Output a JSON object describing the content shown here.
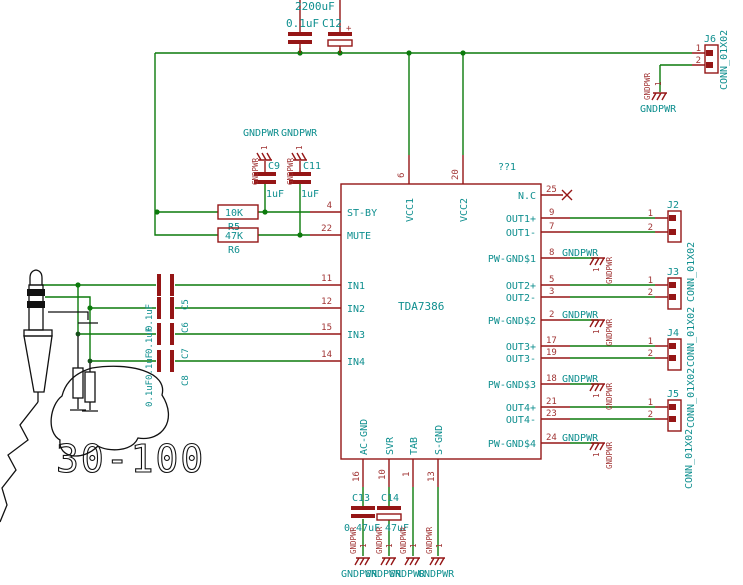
{
  "colors": {
    "wire_green": "#0c7a0c",
    "symbol_red": "#951616",
    "label_teal": "#0f8f8f",
    "pin_number_red": "#a03333",
    "hand_black": "#111111"
  },
  "annotation": {
    "text": "30-100"
  },
  "top_caps": {
    "value_big": "2200uF",
    "value_small": "0.1uF",
    "refs": "C12",
    "polarity": "+"
  },
  "ic": {
    "ref": "??1",
    "value": "TDA7386",
    "left": [
      {
        "n": "4",
        "name": "ST-BY"
      },
      {
        "n": "22",
        "name": "MUTE"
      },
      {
        "n": "11",
        "name": "IN1"
      },
      {
        "n": "12",
        "name": "IN2"
      },
      {
        "n": "15",
        "name": "IN3"
      },
      {
        "n": "14",
        "name": "IN4"
      }
    ],
    "top": [
      {
        "n": "6",
        "name": "VCC1"
      },
      {
        "n": "20",
        "name": "VCC2"
      }
    ],
    "right": [
      {
        "n": "25",
        "name": "N.C"
      },
      {
        "n": "9",
        "name": "OUT1+"
      },
      {
        "n": "7",
        "name": "OUT1-"
      },
      {
        "n": "8",
        "name": "PW-GND$1"
      },
      {
        "n": "5",
        "name": "OUT2+"
      },
      {
        "n": "3",
        "name": "OUT2-"
      },
      {
        "n": "2",
        "name": "PW-GND$2"
      },
      {
        "n": "17",
        "name": "OUT3+"
      },
      {
        "n": "19",
        "name": "OUT3-"
      },
      {
        "n": "18",
        "name": "PW-GND$3"
      },
      {
        "n": "21",
        "name": "OUT4+"
      },
      {
        "n": "23",
        "name": "OUT4-"
      },
      {
        "n": "24",
        "name": "PW-GND$4"
      }
    ],
    "bottom": [
      {
        "n": "16",
        "name": "AC-GND"
      },
      {
        "n": "10",
        "name": "SVR"
      },
      {
        "n": "1",
        "name": "TAB"
      },
      {
        "n": "13",
        "name": "S-GND"
      }
    ]
  },
  "resistors": {
    "r5": {
      "ref": "R5",
      "value": "10K"
    },
    "r6": {
      "ref": "R6",
      "value": "47K"
    }
  },
  "small_caps": {
    "c9": {
      "ref": "C9",
      "value": "1uF"
    },
    "c11": {
      "ref": "C11",
      "value": "1uF"
    }
  },
  "input_caps": {
    "c5": {
      "ref": "C5",
      "value": "0.1uF"
    },
    "c6": {
      "ref": "C6",
      "value": "0.1uF"
    },
    "c7": {
      "ref": "C7",
      "value": "0.1uF"
    },
    "c8": {
      "ref": "C8",
      "value": "0.1uF"
    }
  },
  "bottom_caps": {
    "c13": {
      "ref": "C13",
      "value": "0.47uF"
    },
    "c14": {
      "ref": "C14",
      "value": "47uF"
    }
  },
  "connectors": {
    "j2": {
      "ref": "J2",
      "type": "CONN_01X02",
      "pin1": "1",
      "pin2": "2"
    },
    "j3": {
      "ref": "J3",
      "type": "CONN_01X02",
      "pin1": "1",
      "pin2": "2"
    },
    "j4": {
      "ref": "J4",
      "type": "CONN_01X02",
      "pin1": "1",
      "pin2": "2"
    },
    "j5": {
      "ref": "J5",
      "type": "CONN_01X02",
      "pin1": "1",
      "pin2": "2"
    },
    "j6": {
      "ref": "J6",
      "type": "CONN_01X02",
      "pin1": "1",
      "pin2": "2"
    }
  },
  "gnd": {
    "net": "GNDPWR",
    "sub": "1"
  }
}
